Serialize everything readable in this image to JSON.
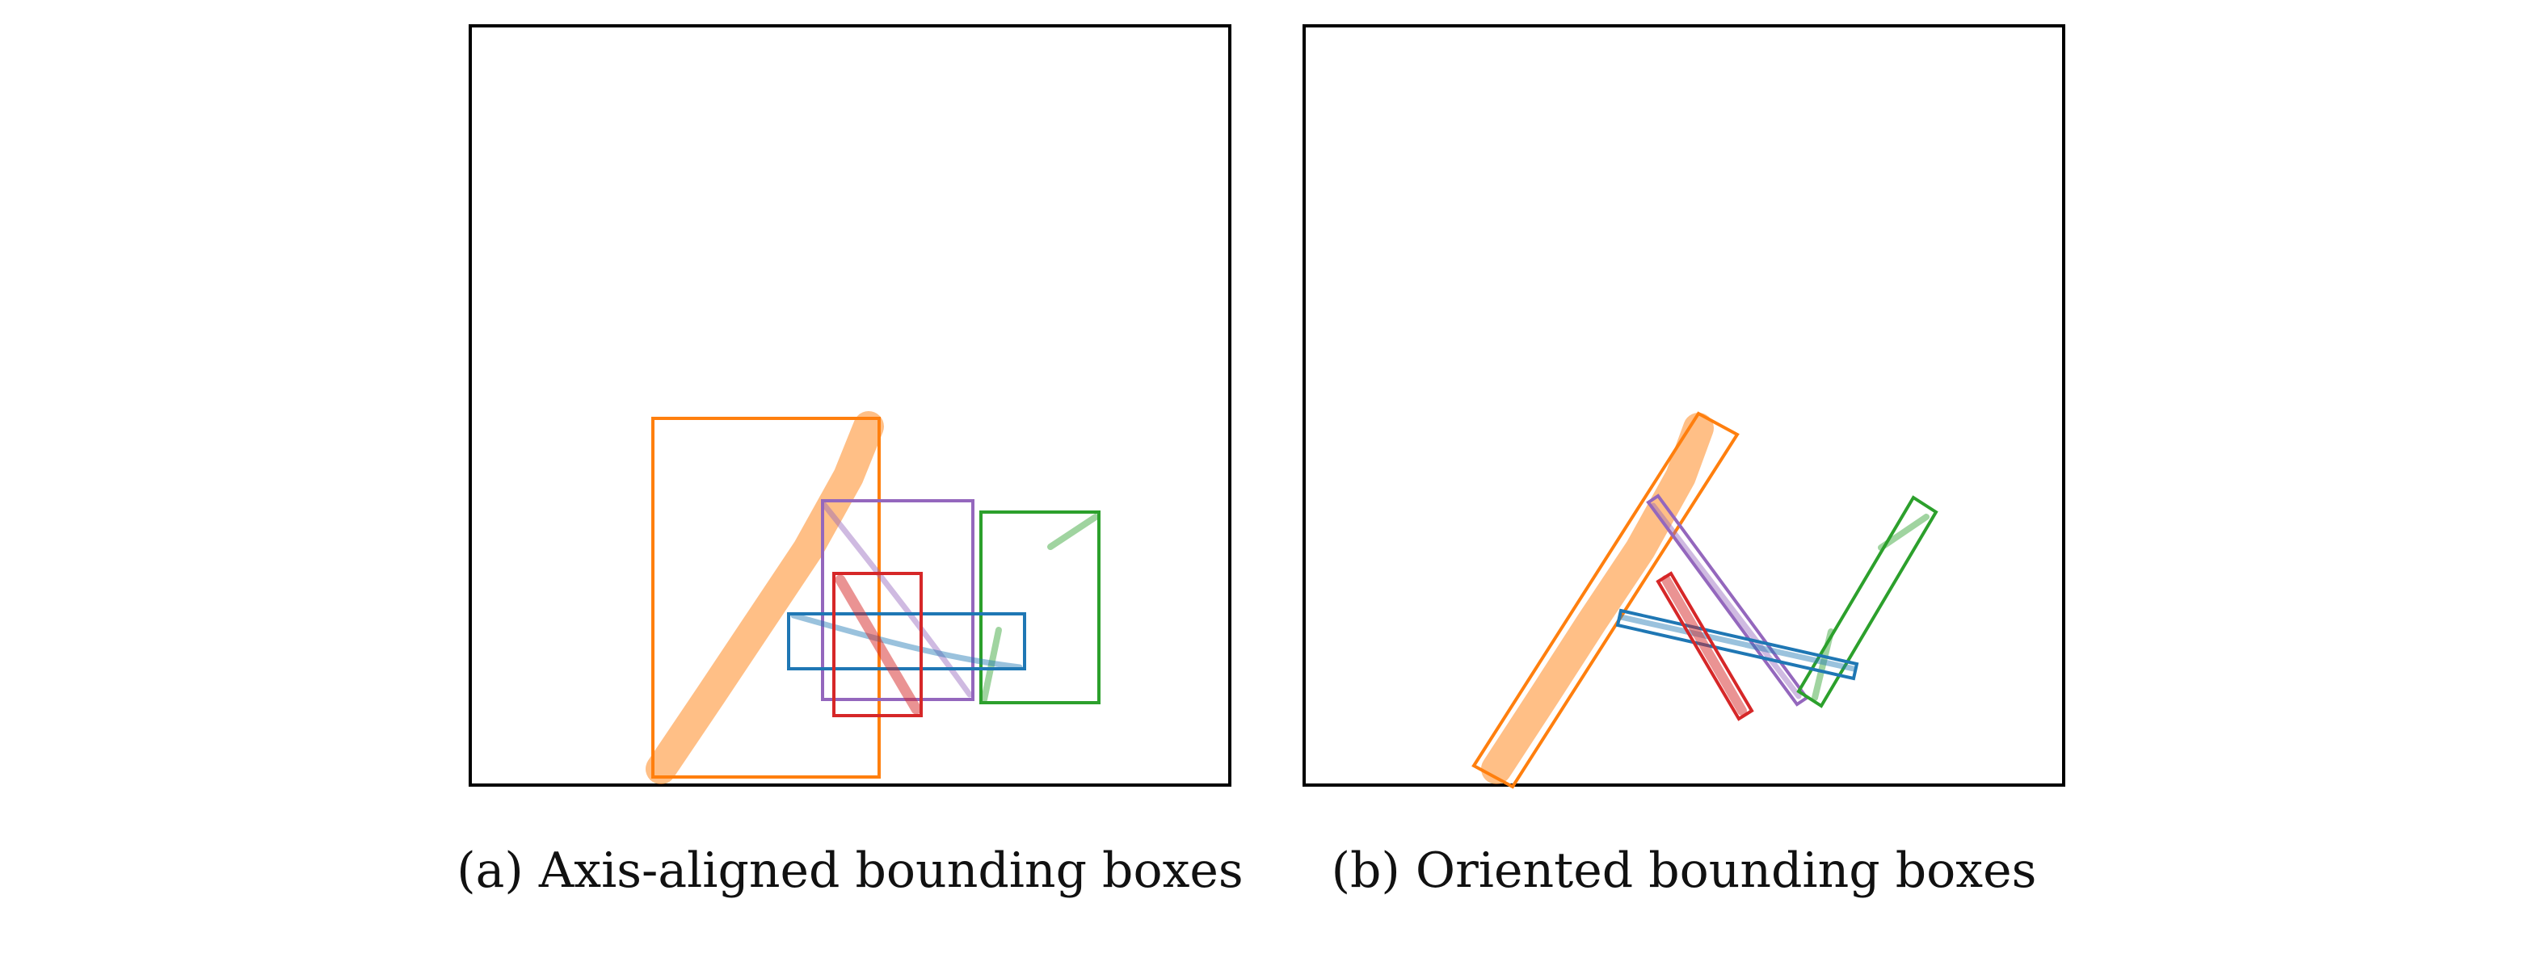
{
  "colors": {
    "blue": "#1f77b4",
    "orange": "#ff7f0e",
    "green": "#2ca02c",
    "red": "#d62728",
    "purple": "#9467bd",
    "frame": "#000000"
  },
  "panels": [
    {
      "id": "a",
      "caption": "(a) Axis-aligned bounding boxes",
      "box_type": "axis-aligned"
    },
    {
      "id": "b",
      "caption": "(b) Oriented bounding boxes",
      "box_type": "oriented"
    }
  ],
  "objects": [
    {
      "color_key": "orange",
      "stroke": "thick"
    },
    {
      "color_key": "purple",
      "stroke": "thin"
    },
    {
      "color_key": "green",
      "stroke": "thin"
    },
    {
      "color_key": "blue",
      "stroke": "thin"
    },
    {
      "color_key": "red",
      "stroke": "medium"
    }
  ]
}
